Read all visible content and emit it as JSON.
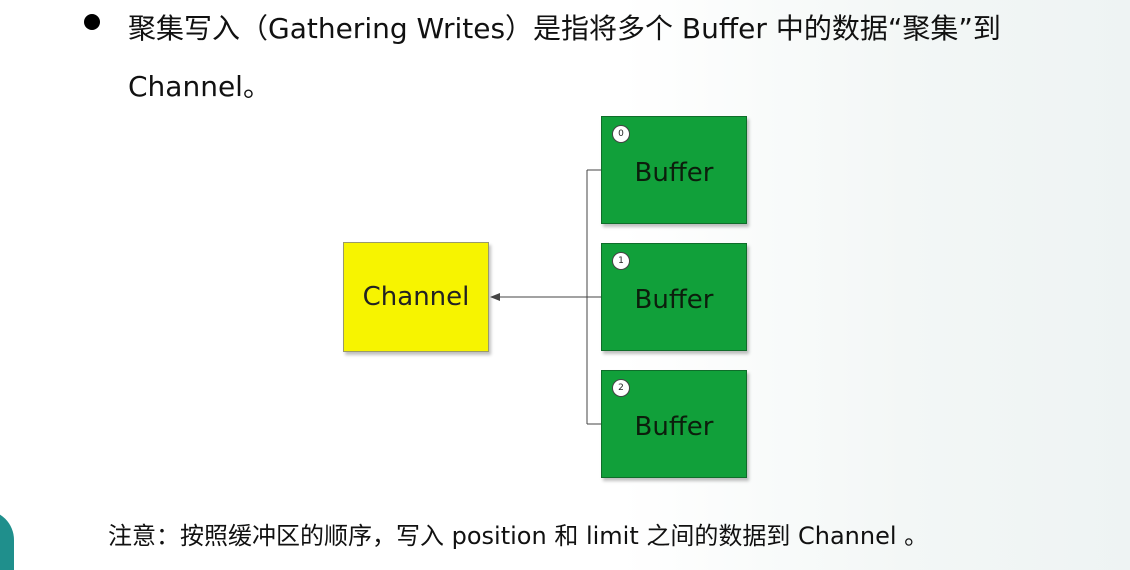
{
  "intro": {
    "text": "聚集写入（Gathering Writes）是指将多个 Buffer 中的数据“聚集”到 Channel。"
  },
  "diagram": {
    "channel_label": "Channel",
    "buffers": [
      {
        "index": "0",
        "label": "Buffer"
      },
      {
        "index": "1",
        "label": "Buffer"
      },
      {
        "index": "2",
        "label": "Buffer"
      }
    ],
    "colors": {
      "channel": "#f7f400",
      "buffer": "#11a03a"
    }
  },
  "note": {
    "text": "注意：按照缓冲区的顺序，写入 position 和 limit 之间的数据到 Channel 。"
  }
}
